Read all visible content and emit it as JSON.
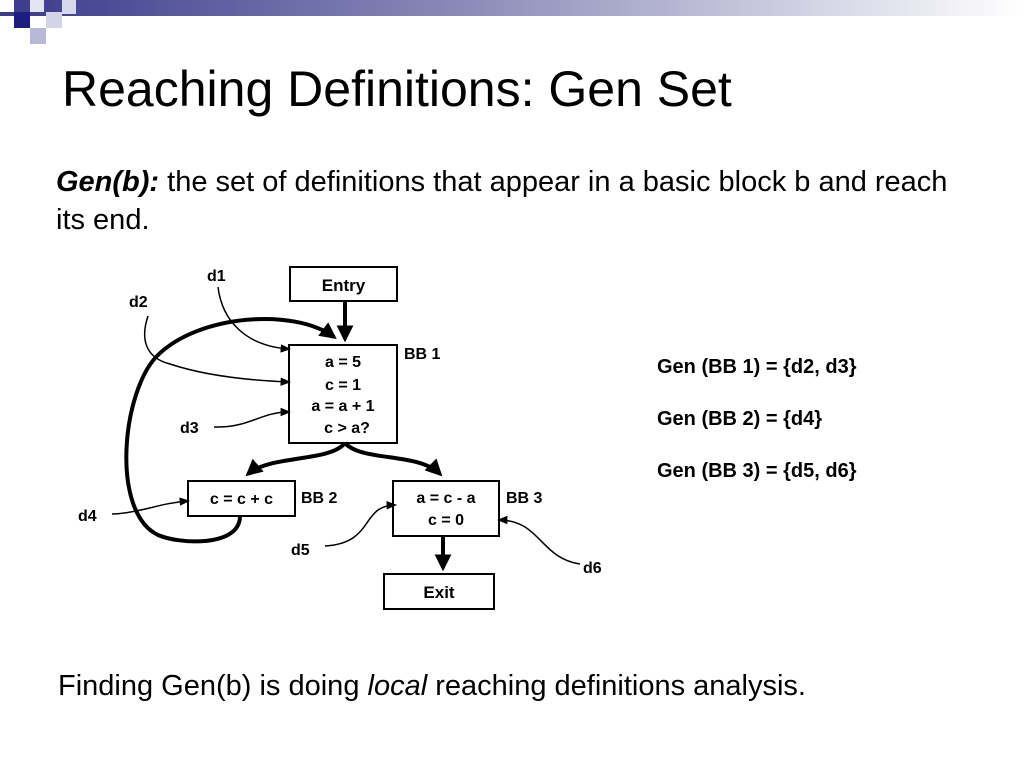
{
  "slide": {
    "title": "Reaching Definitions: Gen Set",
    "definition": {
      "term": "Gen(b):",
      "text": " the set of definitions that appear in a basic block b and reach its end."
    },
    "footer": {
      "before": "Finding Gen(b) is doing ",
      "emphasis": "local",
      "after": " reaching definitions analysis."
    }
  },
  "diagram": {
    "entry": "Entry",
    "exit": "Exit",
    "bb1": {
      "label": "BB 1",
      "lines": [
        "a = 5",
        "c = 1",
        "a = a + 1",
        "c > a?"
      ]
    },
    "bb2": {
      "label": "BB 2",
      "lines": [
        "c = c + c"
      ]
    },
    "bb3": {
      "label": "BB 3",
      "lines": [
        "a = c - a",
        "c = 0"
      ]
    },
    "defs": [
      "d1",
      "d2",
      "d3",
      "d4",
      "d5",
      "d6"
    ]
  },
  "gen_sets": [
    "Gen (BB 1) = {d2, d3}",
    "Gen (BB 2) = {d4}",
    "Gen (BB 3) = {d5, d6}"
  ],
  "colors": {
    "header_dark": "#2a2a86",
    "header_light": "#b9b9d9"
  }
}
